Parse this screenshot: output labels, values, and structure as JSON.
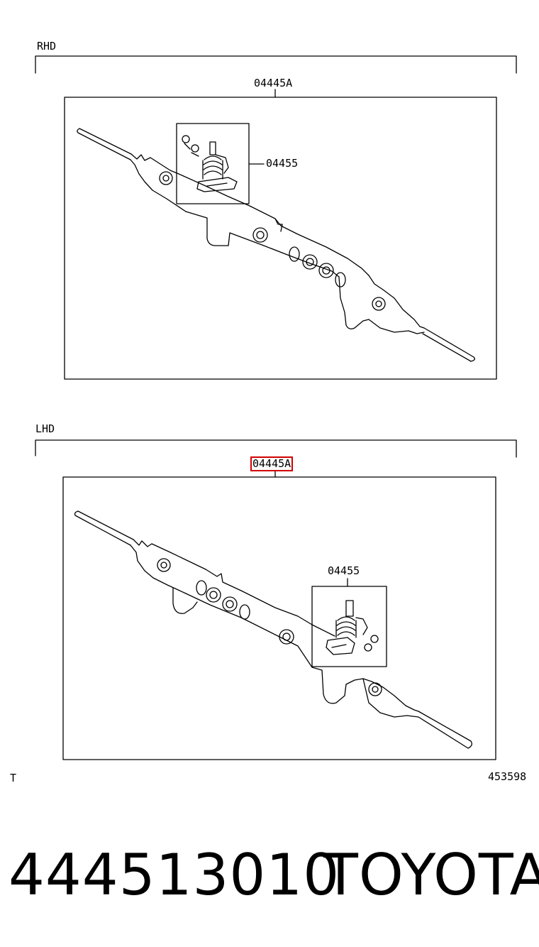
{
  "sections": [
    {
      "label": "RHD",
      "assembly_code": "04445A",
      "subassembly_code": "04455",
      "highlighted": false
    },
    {
      "label": "LHD",
      "assembly_code": "04445A",
      "subassembly_code": "04455",
      "highlighted": true
    }
  ],
  "footer": {
    "left_mark": "T",
    "diagram_number": "453598"
  },
  "part": {
    "number": "444513010",
    "brand": "TOYOTA"
  },
  "colors": {
    "line": "#000000",
    "highlight": "#d20000"
  }
}
